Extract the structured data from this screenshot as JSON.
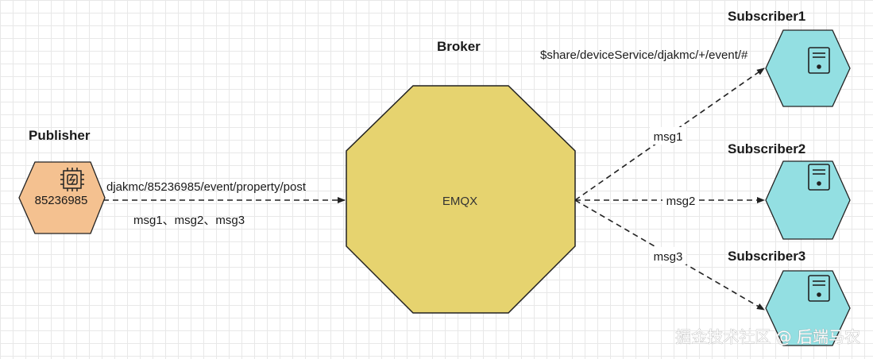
{
  "nodes": {
    "publisher": {
      "title": "Publisher",
      "label": "85236985",
      "fill": "#f4c190",
      "icon": "chip-icon"
    },
    "broker": {
      "title": "Broker",
      "label": "EMQX",
      "fill": "#e6d36f"
    },
    "subscriber1": {
      "title": "Subscriber1",
      "fill": "#93dfe2",
      "icon": "server-icon"
    },
    "subscriber2": {
      "title": "Subscriber2",
      "fill": "#93dfe2",
      "icon": "server-icon"
    },
    "subscriber3": {
      "title": "Subscriber3",
      "fill": "#93dfe2",
      "icon": "server-icon"
    }
  },
  "edges": {
    "publish_topic": "djakmc/85236985/event/property/post",
    "publish_messages": "msg1、msg2、msg3",
    "share_subscription": "$share/deviceService/djakmc/+/event/#",
    "to_subscriber1": "msg1",
    "to_subscriber2": "msg2",
    "to_subscriber3": "msg3"
  },
  "watermark": "掘金技术社区 @ 后端马农",
  "colors": {
    "line": "#222222",
    "stroke": "#222222"
  }
}
